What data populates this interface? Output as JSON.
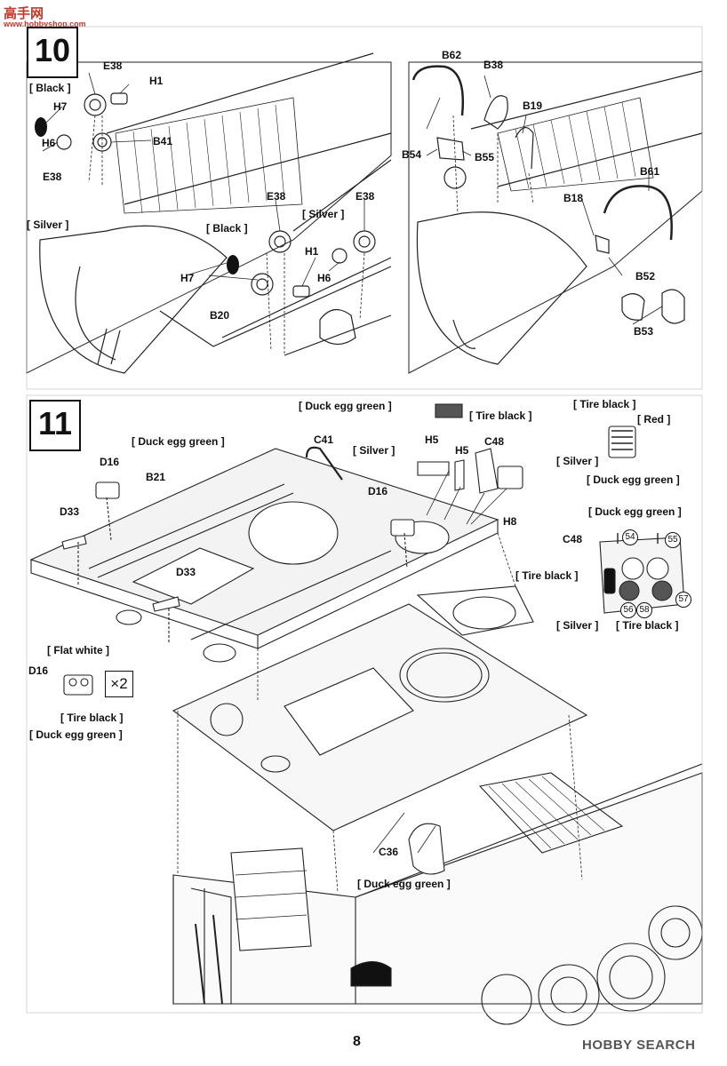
{
  "watermark": {
    "top_text": "高手网",
    "top_url": "www.hobbyshop.com"
  },
  "step10": {
    "number": "10",
    "left_labels": {
      "e38_a": "E38",
      "h1_a": "H1",
      "h7_a": "H7",
      "h6_a": "H6",
      "b41": "B41",
      "e38_b": "E38",
      "e38_c": "E38",
      "e38_d": "E38",
      "h1_b": "H1",
      "h7_b": "H7",
      "h6_b": "H6",
      "b20": "B20"
    },
    "left_paints": {
      "black_a": "[ Black ]",
      "silver_a": "[ Silver ]",
      "black_b": "[ Black ]",
      "silver_b": "[ Silver ]"
    },
    "right_labels": {
      "b62": "B62",
      "b38": "B38",
      "b19": "B19",
      "b54": "B54",
      "b55": "B55",
      "b61": "B61",
      "b18": "B18",
      "b52": "B52",
      "b53": "B53"
    }
  },
  "step11": {
    "number": "11",
    "labels": {
      "c41": "C41",
      "d16_a": "D16",
      "b21": "B21",
      "d33_a": "D33",
      "d33_b": "D33",
      "d16_b": "D16",
      "h5_a": "H5",
      "h5_b": "H5",
      "c48_a": "C48",
      "h8": "H8",
      "c48_b": "C48",
      "d16_c": "D16",
      "c36": "C36"
    },
    "paints": {
      "duck_top": "[ Duck egg green ]",
      "tire_top": "[ Tire black ]",
      "duck_plate": "[ Duck egg green ]",
      "silver_h5": "[ Silver ]",
      "tire_r": "[ Tire black ]",
      "red_r": "[ Red ]",
      "silver_r": "[ Silver ]",
      "duck_r": "[ Duck egg green ]",
      "duck_r2": "[ Duck egg green ]",
      "tire_r2": "[ Tire black ]",
      "silver_r2": "[ Silver ]",
      "tire_r3": "[ Tire black ]",
      "flat_white": "[ Flat white ]",
      "tire_d16": "[ Tire black ]",
      "duck_d16": "[ Duck egg green ]",
      "duck_c36": "[ Duck egg green ]"
    },
    "multiplier": "×2",
    "gauge_numbers": [
      "54",
      "55",
      "56",
      "58",
      "57"
    ]
  },
  "footer": {
    "page_number": "8",
    "brand": "HOBBY SEARCH"
  }
}
